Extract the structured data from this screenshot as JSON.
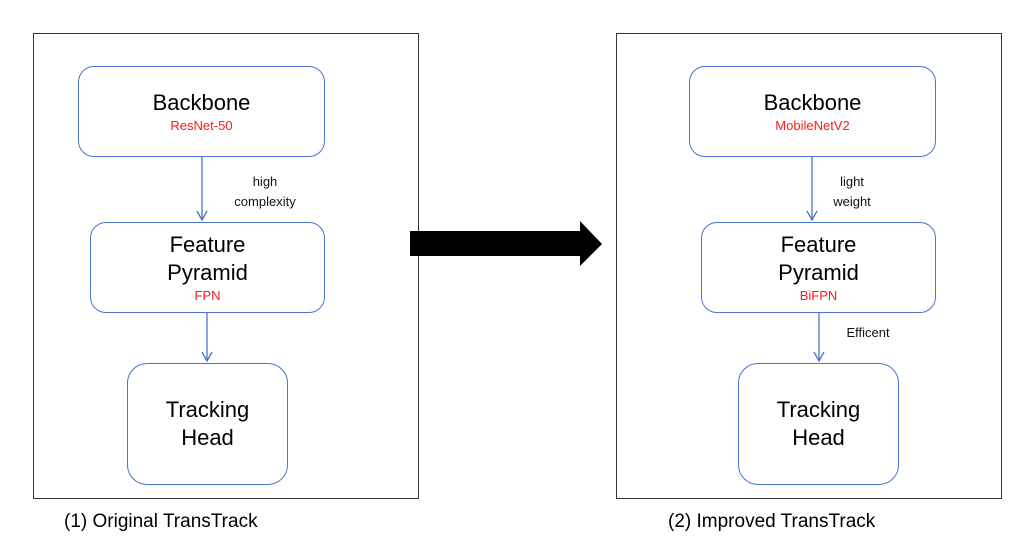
{
  "left": {
    "backbone_title": "Backbone",
    "backbone_sub": "ResNet-50",
    "edge1_label_line1": "high",
    "edge1_label_line2": "complexity",
    "fpn_title_line1": "Feature",
    "fpn_title_line2": "Pyramid",
    "fpn_sub": "FPN",
    "head_title_line1": "Tracking",
    "head_title_line2": "Head",
    "caption": "(1) Original TransTrack"
  },
  "right": {
    "backbone_title": "Backbone",
    "backbone_sub": "MobileNetV2",
    "edge1_label_line1": "light",
    "edge1_label_line2": "weight",
    "fpn_title_line1": "Feature",
    "fpn_title_line2": "Pyramid",
    "fpn_sub": "BiFPN",
    "edge2_label": "Efficent",
    "head_title_line1": "Tracking",
    "head_title_line2": "Head",
    "caption": "(2) Improved TransTrack"
  },
  "colors": {
    "box_border": "#4a74c9",
    "arrow": "#4a74c9",
    "highlight_text": "#ff1a1a",
    "big_arrow": "#000000"
  }
}
